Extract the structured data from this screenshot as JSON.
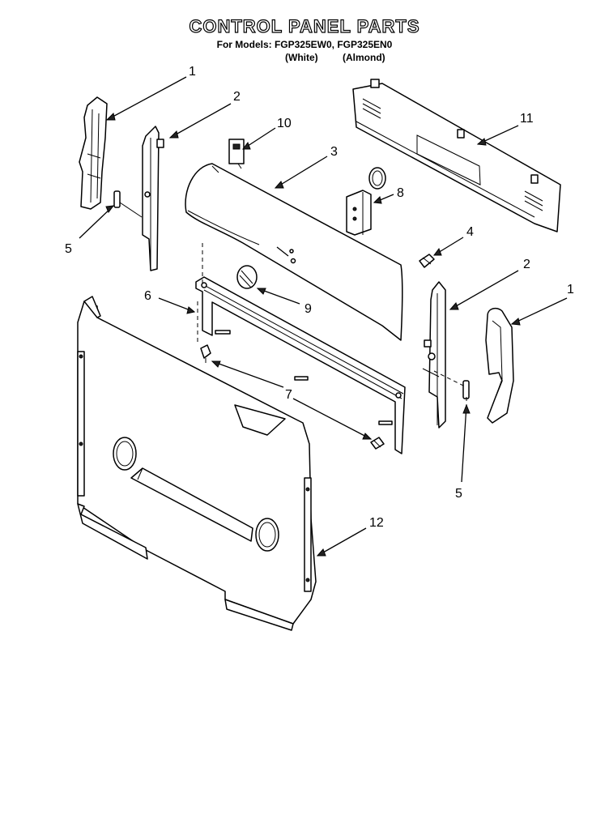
{
  "header": {
    "title": "CONTROL PANEL PARTS",
    "subtitle": "For Models: FGP325EW0, FGP325EN0",
    "variant_white": "(White)",
    "variant_almond": "(Almond)"
  },
  "callouts": {
    "c1_left": "1",
    "c2_left": "2",
    "c10": "10",
    "c3": "3",
    "c11": "11",
    "c8": "8",
    "c5_left": "5",
    "c4": "4",
    "c2_right": "2",
    "c1_right": "1",
    "c6": "6",
    "c9": "9",
    "c7": "7",
    "c5_right": "5",
    "c12": "12"
  }
}
